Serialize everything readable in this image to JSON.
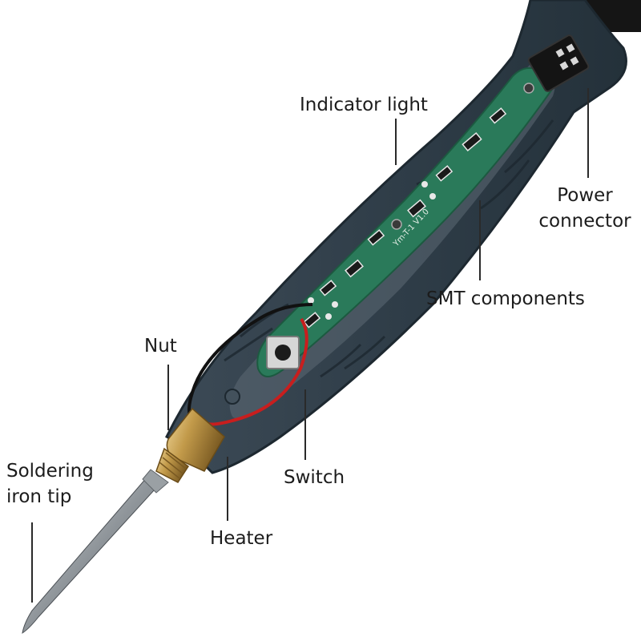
{
  "labels": {
    "indicator_light": "Indicator light",
    "power_connector_line1": "Power",
    "power_connector_line2": "connector",
    "smt_components": "SMT components",
    "nut": "Nut",
    "switch": "Switch",
    "tip_line1": "Soldering",
    "tip_line2": "iron tip",
    "heater": "Heater"
  },
  "pcb_marking": "Ym-T-1 V1.0",
  "colors": {
    "housing": "#2f3d48",
    "housing_edge": "#1d2830",
    "pcb": "#2a7a5a",
    "brass": "#c29a4a",
    "tip": "#9aa0a4",
    "wire_red": "#c81e1e",
    "wire_black": "#111111",
    "cable": "#151515"
  }
}
